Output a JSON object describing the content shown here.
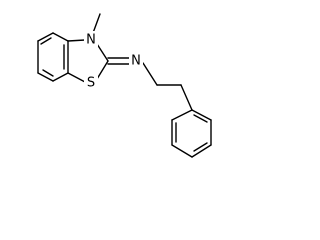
{
  "molecule": {
    "atoms": {
      "n_ring": "N",
      "s_ring": "S",
      "n_imine": "N"
    }
  },
  "colors": {
    "bond": "#000000",
    "label": "#000000",
    "background": "#ffffff"
  }
}
